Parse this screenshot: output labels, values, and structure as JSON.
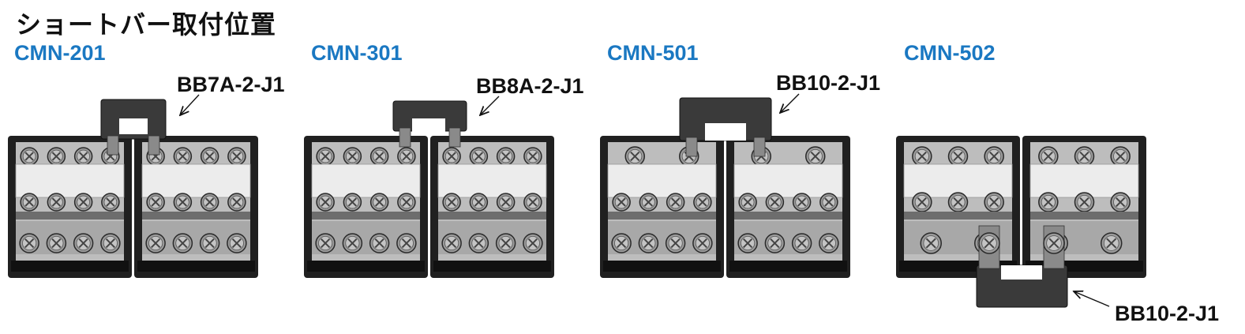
{
  "title": "ショートバー取付位置",
  "colors": {
    "model_label": "#1a78c2",
    "block_frame": "#202020",
    "bar": "#3a3a3a",
    "band_light": "#ececec",
    "body_gray": "#a8a8a8",
    "screw": "#9a9a9a"
  },
  "units": [
    {
      "model": "CMN-201",
      "part": "BB7A-2-J1",
      "bar_position": "top"
    },
    {
      "model": "CMN-301",
      "part": "BB8A-2-J1",
      "bar_position": "top"
    },
    {
      "model": "CMN-501",
      "part": "BB10-2-J1",
      "bar_position": "top"
    },
    {
      "model": "CMN-502",
      "part": "BB10-2-J1",
      "bar_position": "bottom"
    }
  ]
}
